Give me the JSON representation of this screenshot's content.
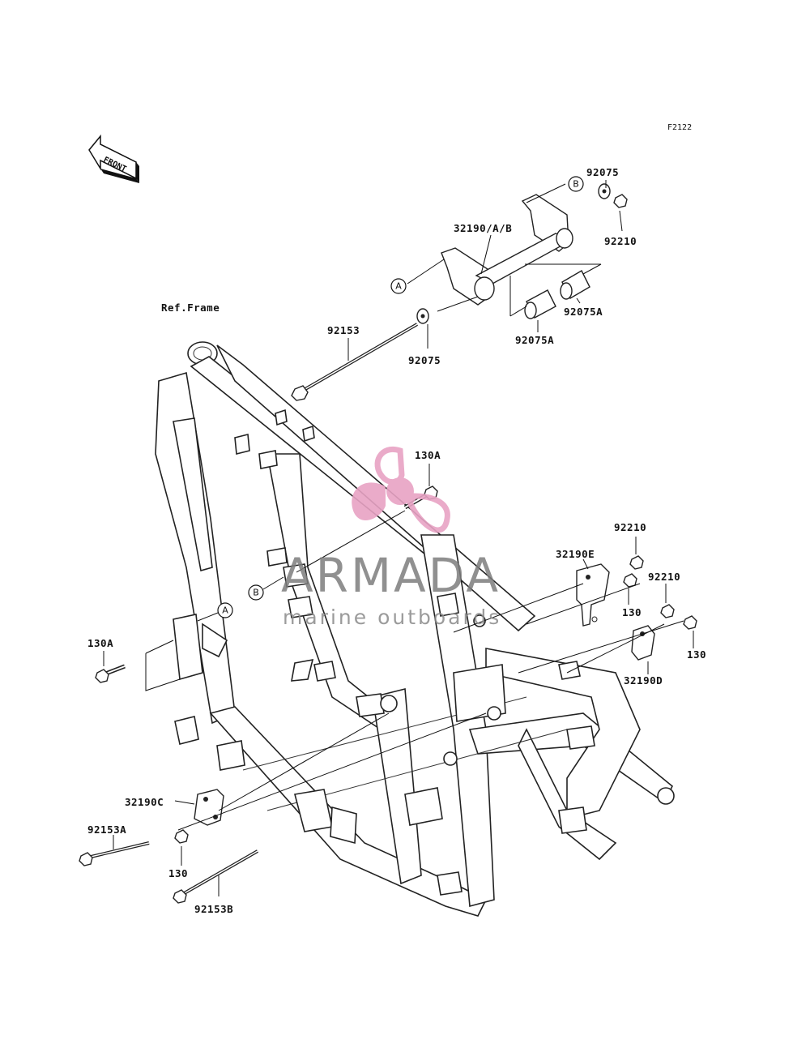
{
  "diagram": {
    "ref_code": "F2122",
    "front_label": "FRONT",
    "ref_frame_label": "Ref.Frame",
    "callouts": {
      "p92075_top": "92075",
      "p92210_top": "92210",
      "p32190ab": "32190/A/B",
      "p92075a_right": "92075A",
      "p92075a_left": "92075A",
      "p92153": "92153",
      "p92075_mid": "92075",
      "p130a_top": "130A",
      "p92210_mid": "92210",
      "p32190e": "32190E",
      "p130_mid": "130",
      "p92210_right": "92210",
      "p130_right": "130",
      "p32190d": "32190D",
      "p130a_left": "130A",
      "p32190c": "32190C",
      "p92153a": "92153A",
      "p130_bottom": "130",
      "p92153b": "92153B"
    },
    "markers": {
      "a_top": "A",
      "b_top": "B",
      "a_frame": "A",
      "b_frame": "B"
    }
  },
  "watermark": {
    "brand": "ARMADA",
    "tagline": "marine outboards",
    "logo_color": "#e8a3c4"
  }
}
